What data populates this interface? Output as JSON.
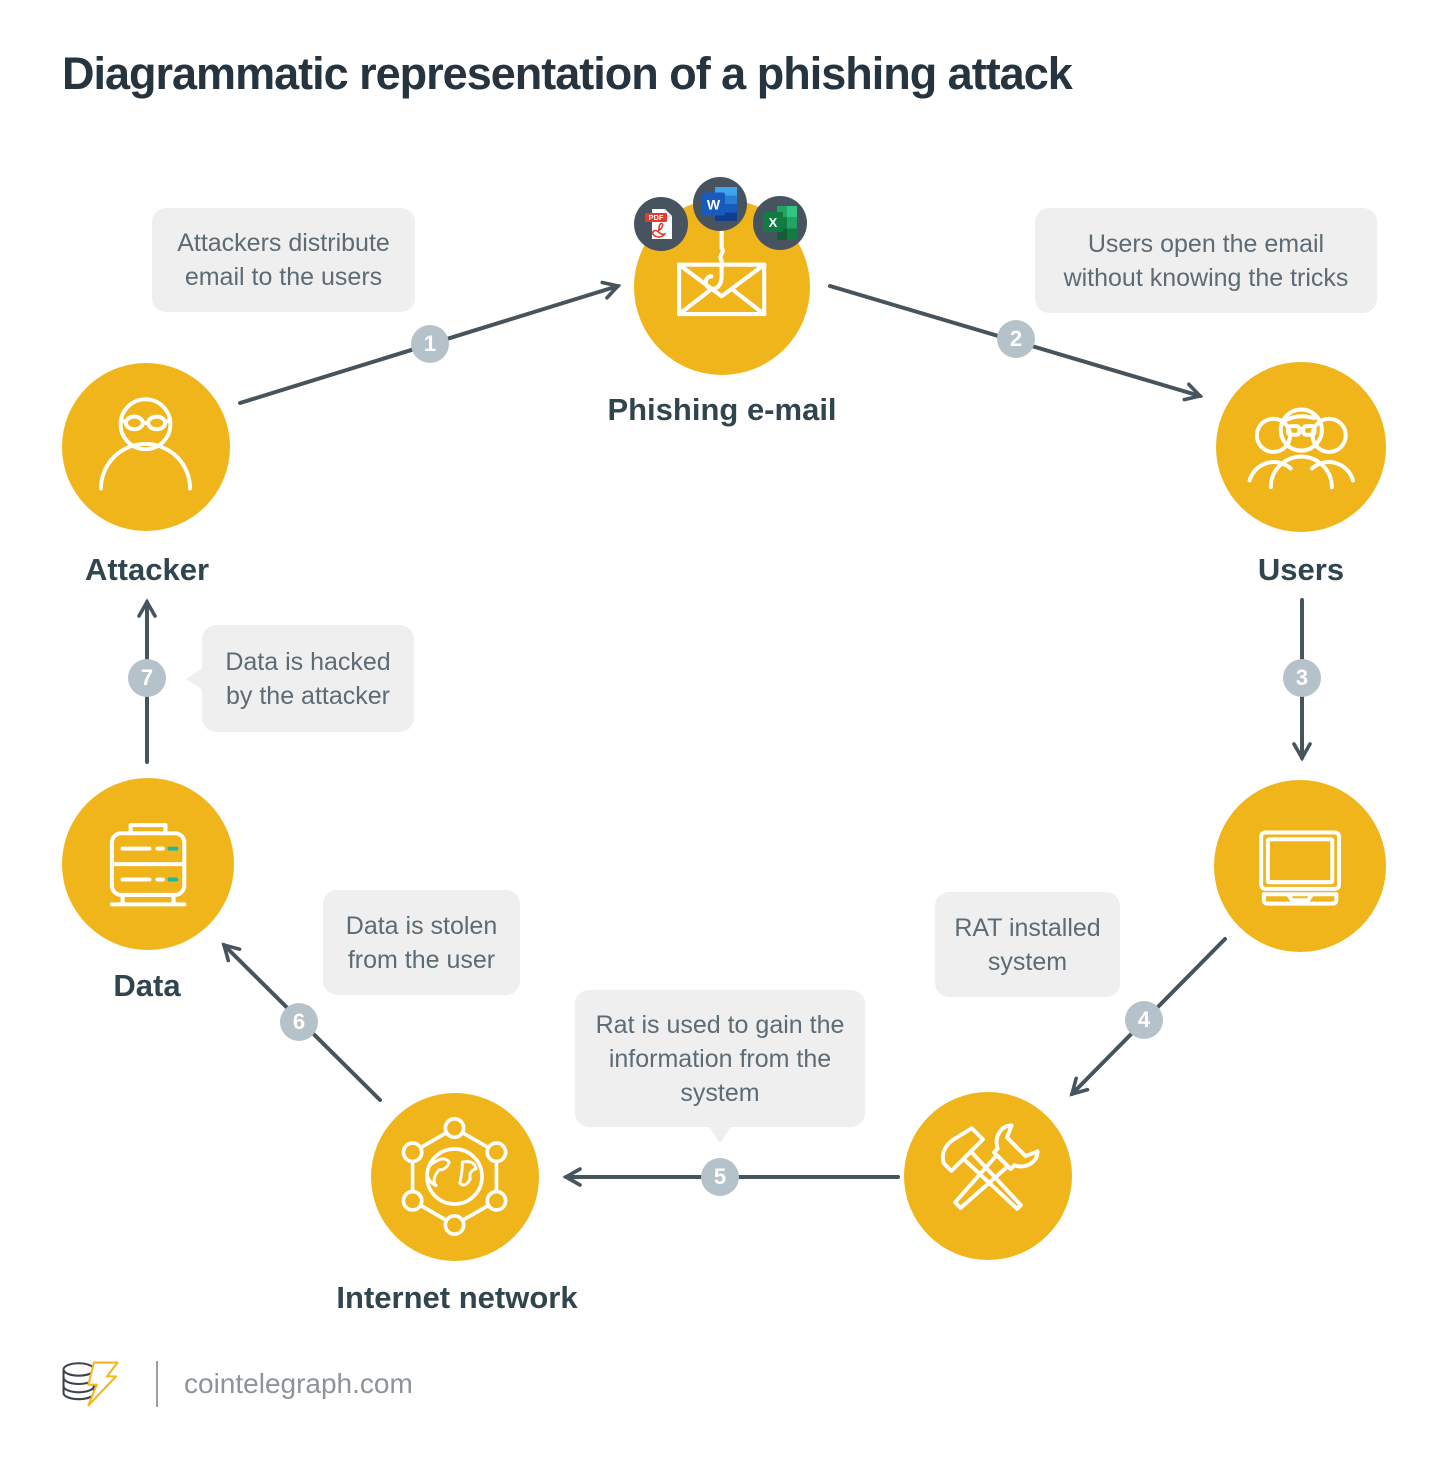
{
  "title": "Diagrammatic representation of a phishing attack",
  "colors": {
    "accent_yellow": "#F0B51B",
    "arrow": "#46545E",
    "badge_gray": "#B6C2C9",
    "callout_bg": "#EFEFEF",
    "callout_text": "#5C6B74",
    "title_text": "#25343F",
    "led_teal": "#1FB89E"
  },
  "nodes": {
    "attacker": {
      "label": "Attacker",
      "icon": "masked-attacker-icon"
    },
    "phishing_email": {
      "label": "Phishing e-mail",
      "icon": "envelope-fishhook-icon"
    },
    "users": {
      "label": "Users",
      "icon": "user-group-icon"
    },
    "infected_system": {
      "icon": "laptop-icon"
    },
    "rat_tools": {
      "icon": "hammer-wrench-icon"
    },
    "internet_network": {
      "label": "Internet network",
      "icon": "globe-network-icon"
    },
    "data": {
      "label": "Data",
      "icon": "server-icon"
    }
  },
  "attachments": [
    {
      "icon": "pdf-file-icon",
      "label": "PDF"
    },
    {
      "icon": "word-file-icon",
      "label": "W"
    },
    {
      "icon": "excel-file-icon",
      "label": "X"
    }
  ],
  "steps": [
    {
      "n": "1",
      "text": "Attackers distribute email to the users"
    },
    {
      "n": "2",
      "text": "Users open the email without knowing the tricks"
    },
    {
      "n": "3"
    },
    {
      "n": "4",
      "text": "RAT installed system"
    },
    {
      "n": "5",
      "text": "Rat is used to gain the information from the system"
    },
    {
      "n": "6",
      "text": "Data is stolen from the user"
    },
    {
      "n": "7",
      "text": "Data is hacked by the attacker"
    }
  ],
  "footer": {
    "site": "cointelegraph.com",
    "logo": "cointelegraph-logo"
  }
}
